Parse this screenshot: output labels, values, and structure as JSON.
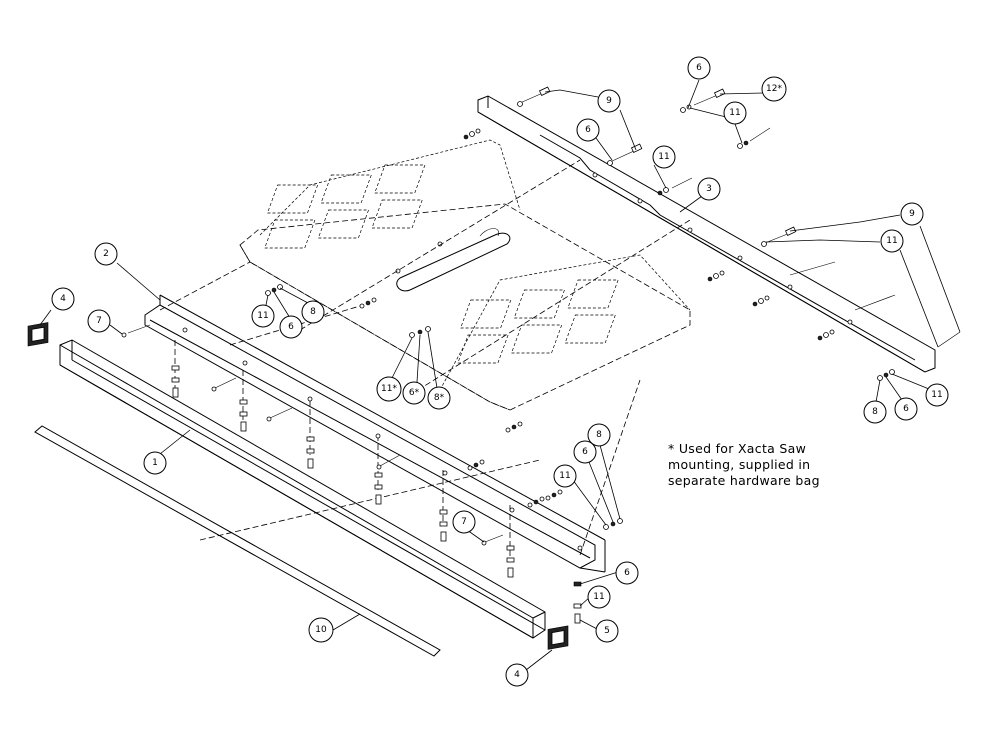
{
  "note": {
    "line1": "* Used for Xacta Saw",
    "line2": "mounting, supplied in",
    "line3": "separate hardware bag"
  },
  "callouts": [
    {
      "id": "c-9-top",
      "label": "9"
    },
    {
      "id": "c-6-top",
      "label": "6"
    },
    {
      "id": "c-12",
      "label": "12*"
    },
    {
      "id": "c-11-top",
      "label": "11"
    },
    {
      "id": "c-6-mid",
      "label": "6"
    },
    {
      "id": "c-11-mid",
      "label": "11"
    },
    {
      "id": "c-3",
      "label": "3"
    },
    {
      "id": "c-9-right",
      "label": "9"
    },
    {
      "id": "c-11-right",
      "label": "11"
    },
    {
      "id": "c-2",
      "label": "2"
    },
    {
      "id": "c-4-left",
      "label": "4"
    },
    {
      "id": "c-7-left",
      "label": "7"
    },
    {
      "id": "c-11-plate",
      "label": "11"
    },
    {
      "id": "c-6-plate",
      "label": "6"
    },
    {
      "id": "c-8-plate",
      "label": "8"
    },
    {
      "id": "c-11-star",
      "label": "11*"
    },
    {
      "id": "c-6-star",
      "label": "6*"
    },
    {
      "id": "c-8-star",
      "label": "8*"
    },
    {
      "id": "c-8-right",
      "label": "8"
    },
    {
      "id": "c-6-right",
      "label": "6"
    },
    {
      "id": "c-11-rightlow",
      "label": "11"
    },
    {
      "id": "c-1",
      "label": "1"
    },
    {
      "id": "c-8-lower",
      "label": "8"
    },
    {
      "id": "c-6-lower",
      "label": "6"
    },
    {
      "id": "c-11-lower",
      "label": "11"
    },
    {
      "id": "c-7-lower",
      "label": "7"
    },
    {
      "id": "c-6-bottom",
      "label": "6"
    },
    {
      "id": "c-11-bottom",
      "label": "11"
    },
    {
      "id": "c-5",
      "label": "5"
    },
    {
      "id": "c-10",
      "label": "10"
    },
    {
      "id": "c-4-bottom",
      "label": "4"
    }
  ]
}
